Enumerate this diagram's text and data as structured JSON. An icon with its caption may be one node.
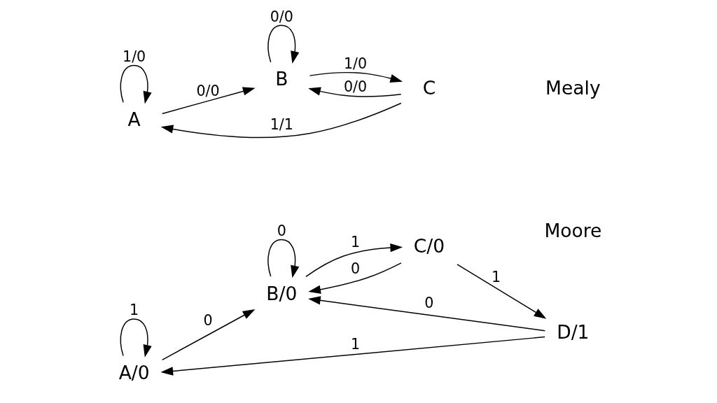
{
  "diagram": {
    "nodes": [
      {
        "text": [
          "A/0"
        ]
      },
      {
        "text": [
          "B/0"
        ]
      },
      {
        "text": [
          "C/0"
        ]
      },
      {
        "text": [
          "D/1"
        ]
      },
      {
        "text": [
          "A"
        ]
      },
      {
        "text": [
          "B"
        ]
      },
      {
        "text": [
          "C"
        ]
      }
    ],
    "edges": [
      {
        "from": 0,
        "to": 0,
        "arrow": "to",
        "label": "1"
      },
      {
        "from": 0,
        "to": 1,
        "arrow": "to",
        "label": "0"
      },
      {
        "from": 1,
        "to": 1,
        "arrow": "to",
        "label": "0"
      },
      {
        "from": 1,
        "to": 2,
        "arrow": "to",
        "label": "1"
      },
      {
        "from": 2,
        "to": 1,
        "arrow": "to",
        "label": "0"
      },
      {
        "from": 2,
        "to": 3,
        "arrow": "to",
        "label": "1"
      },
      {
        "from": 3,
        "to": 0,
        "arrow": "to",
        "label": "1"
      },
      {
        "from": 3,
        "to": 1,
        "arrow": "to",
        "label": "0"
      },
      {
        "from": 4,
        "to": 4,
        "arrow": "to",
        "label": "1/0"
      },
      {
        "from": 4,
        "to": 5,
        "arrow": "to",
        "label": "0/0"
      },
      {
        "from": 5,
        "to": 5,
        "arrow": "to",
        "label": "0/0"
      },
      {
        "from": 5,
        "to": 6,
        "arrow": "to",
        "label": "1/0"
      },
      {
        "from": 6,
        "to": 5,
        "arrow": "to",
        "label": "0/0"
      },
      {
        "from": 6,
        "to": 4,
        "arrow": "to",
        "label": "1/1"
      }
    ],
    "labels": [
      "Moore",
      "Mealy"
    ]
  }
}
